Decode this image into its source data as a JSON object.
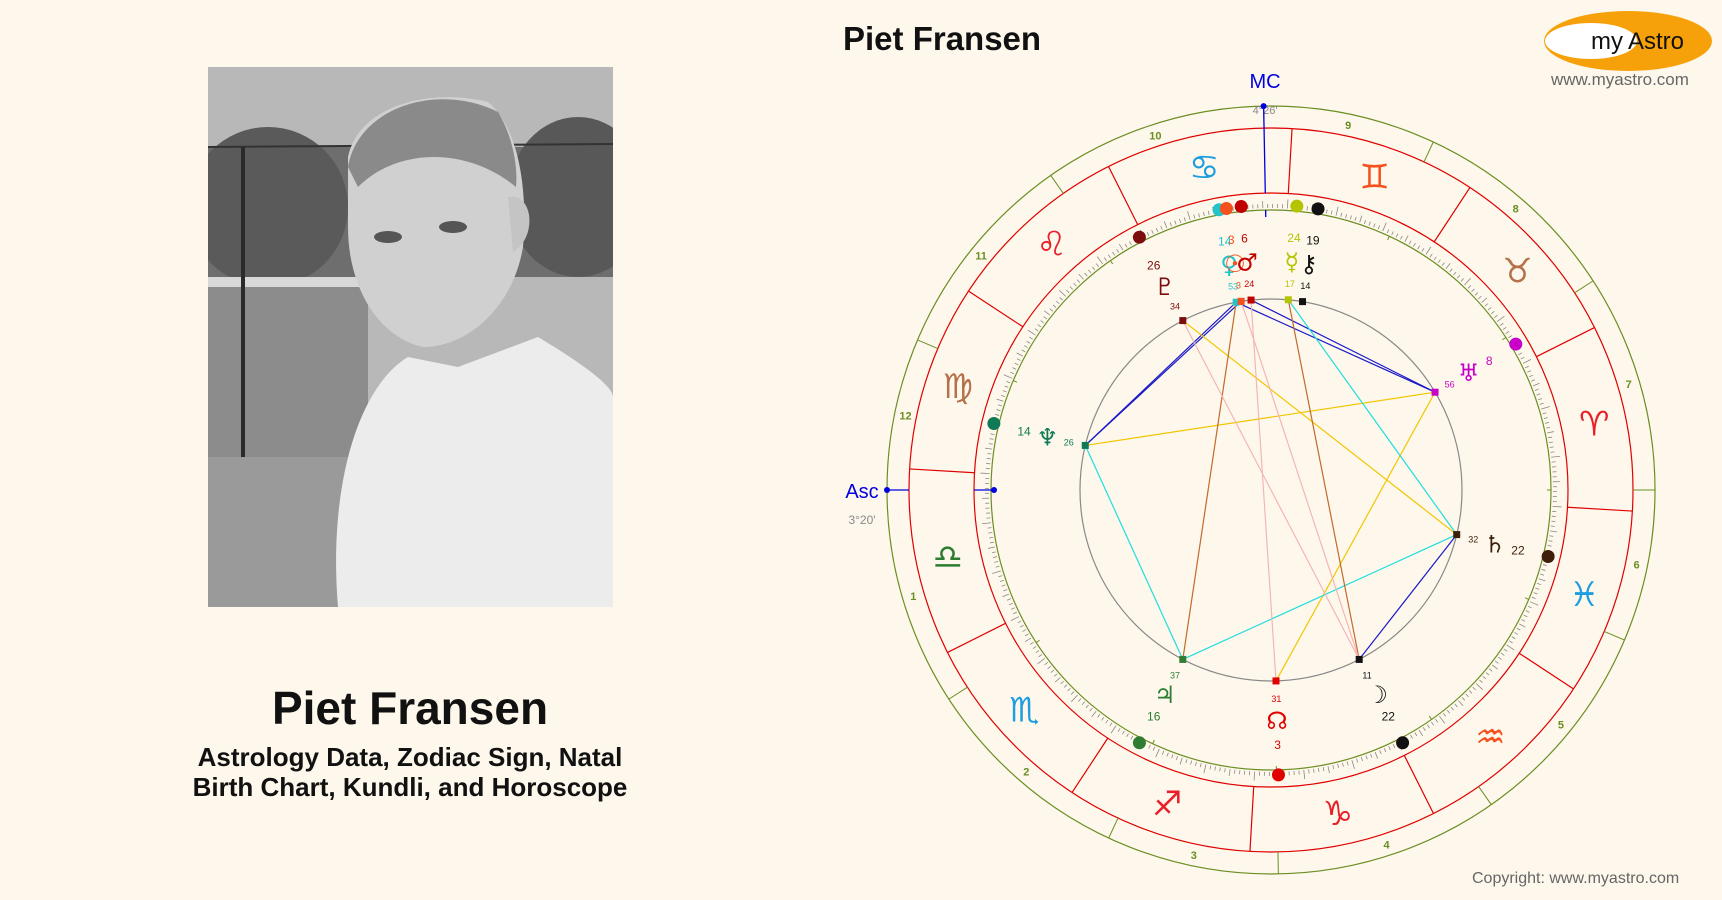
{
  "header": {
    "chart_title": "Piet Fransen",
    "logo_text_my": "my",
    "logo_text_astro": "Astro",
    "logo_url": "www.myastro.com"
  },
  "profile": {
    "name": "Piet Fransen",
    "subtitle_line1": "Astrology Data, Zodiac Sign, Natal",
    "subtitle_line2": "Birth Chart, Kundli, and Horoscope",
    "photo_alt": "Black and white portrait photo of Piet Fransen"
  },
  "footer": {
    "copyright": "Copyright: www.myastro.com"
  },
  "chart": {
    "angles": {
      "mc_label": "MC",
      "mc_degree": "4°26'",
      "asc_label": "Asc",
      "asc_degree": "3°20'"
    },
    "house_numbers": [
      "1",
      "2",
      "3",
      "4",
      "5",
      "6",
      "7",
      "8",
      "9",
      "10",
      "11",
      "12"
    ],
    "signs": [
      {
        "name": "Aries",
        "glyph": "♈",
        "color": "#e8202a"
      },
      {
        "name": "Taurus",
        "glyph": "♉",
        "color": "#b5714a"
      },
      {
        "name": "Gemini",
        "glyph": "♊",
        "color": "#f4511e"
      },
      {
        "name": "Cancer",
        "glyph": "♋",
        "color": "#1e9de0"
      },
      {
        "name": "Leo",
        "glyph": "♌",
        "color": "#e8202a"
      },
      {
        "name": "Virgo",
        "glyph": "♍",
        "color": "#b5714a"
      },
      {
        "name": "Libra",
        "glyph": "♎",
        "color": "#2e7d32"
      },
      {
        "name": "Scorpio",
        "glyph": "♏",
        "color": "#1e9de0"
      },
      {
        "name": "Sagittarius",
        "glyph": "♐",
        "color": "#e8202a"
      },
      {
        "name": "Capricorn",
        "glyph": "♑",
        "color": "#e8202a"
      },
      {
        "name": "Aquarius",
        "glyph": "♒",
        "color": "#f4511e"
      },
      {
        "name": "Pisces",
        "glyph": "♓",
        "color": "#1e9de0"
      }
    ],
    "planets": [
      {
        "name": "Pluto",
        "glyph": "♇",
        "deg": "26",
        "min": "34",
        "color": "#7b0d0d"
      },
      {
        "name": "Venus",
        "glyph": "♀",
        "deg": "14",
        "min": "53",
        "color": "#22c4c9"
      },
      {
        "name": "Sun",
        "glyph": "☉",
        "deg": "3",
        "min": "3",
        "color": "#f4511e"
      },
      {
        "name": "Mars",
        "glyph": "♂",
        "deg": "6",
        "min": "24",
        "color": "#c00000"
      },
      {
        "name": "Mercury",
        "glyph": "☿",
        "deg": "24",
        "min": "17",
        "color": "#b5c400"
      },
      {
        "name": "Chiron",
        "glyph": "⚷",
        "deg": "19",
        "min": "14",
        "color": "#111111"
      },
      {
        "name": "Uranus",
        "glyph": "♅",
        "deg": "8",
        "min": "56",
        "color": "#c800c8"
      },
      {
        "name": "Saturn",
        "glyph": "♄",
        "deg": "22",
        "min": "32",
        "color": "#3d1f0a"
      },
      {
        "name": "Moon",
        "glyph": "☽",
        "deg": "22",
        "min": "11",
        "color": "#111111"
      },
      {
        "name": "North Node",
        "glyph": "☊",
        "deg": "3",
        "min": "31",
        "color": "#e00000"
      },
      {
        "name": "Jupiter",
        "glyph": "♃",
        "deg": "16",
        "min": "37",
        "color": "#2e7d32"
      },
      {
        "name": "Neptune",
        "glyph": "♆",
        "deg": "14",
        "min": "26",
        "color": "#0f7a55"
      }
    ],
    "colors": {
      "background": "#fef8ec",
      "ring_green": "#6b8e23",
      "ring_red": "#e00000",
      "angle_blue": "#0000e0",
      "trine": "#f2c500",
      "square": "#22dddd",
      "sextile": "#1a1ac8",
      "quincunx": "#c06a2b",
      "semisextile": "#f4b5b5"
    }
  }
}
